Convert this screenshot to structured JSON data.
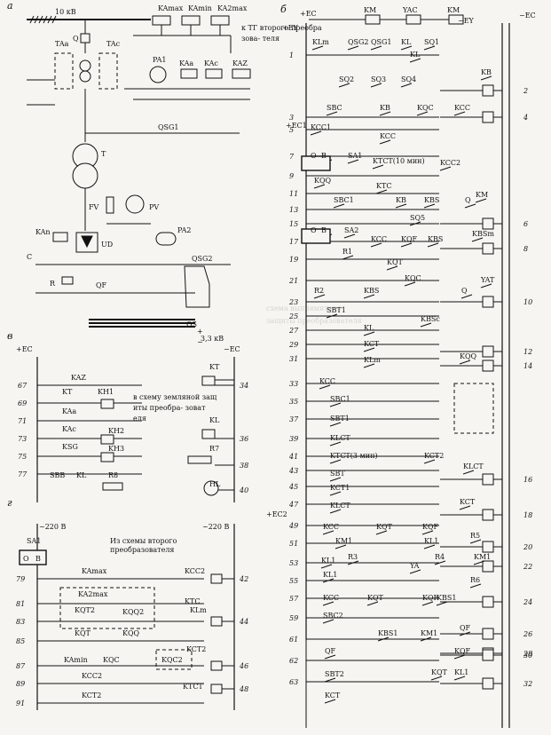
{
  "panels": {
    "a": {
      "label": "а",
      "voltage_top": "10 кВ",
      "voltage_bottom": "3,3 кВ",
      "to_second": "к ТГ второго преобразова- теля",
      "labels": [
        "KAmax",
        "KAmin",
        "KA2max",
        "TAa",
        "TAc",
        "Q",
        "PA1",
        "KAa",
        "KAc",
        "KAZ",
        "QSG1",
        "T",
        "FV",
        "PV",
        "KAn",
        "UD",
        "PA2",
        "C",
        "R",
        "QF",
        "QSG2",
        "QS"
      ]
    },
    "b": {
      "label": "б",
      "bus_left": "+EY",
      "bus_right": "−EY",
      "bus_ec_plus": "+EC",
      "bus_ec_minus": "−EC",
      "bus_ec1": "+EC1",
      "bus_ec2": "+EC2",
      "top_labels": [
        "KM",
        "YAC",
        "KM"
      ],
      "contacts": [
        "KLm",
        "QSG2",
        "QSG1",
        "KL",
        "SQ1",
        "KL",
        "SQ2",
        "SQ3",
        "SQ4",
        "KB",
        "SBC",
        "KB",
        "KQC",
        "KCC",
        "KCC1",
        "KCC",
        "O",
        "B",
        "SA1",
        "KTCT(10 мин)",
        "KCC2",
        "KQQ",
        "KTC",
        "SBC1",
        "KB",
        "KBS",
        "Q",
        "KM",
        "SQ5",
        "KBSm",
        "O",
        "B",
        "SA2",
        "KCC",
        "KQF",
        "KBS",
        "R1",
        "KQT",
        "KQC",
        "R2",
        "KBS",
        "Q",
        "YAT",
        "SBT1",
        "KBSc",
        "KL",
        "KCT",
        "KLm",
        "KCC",
        "KQQ",
        "SBC1",
        "SBT1",
        "KLCT",
        "KTCT(3 мин)",
        "KCT2",
        "SBT",
        "KLCT",
        "KCT1",
        "KLCT",
        "KCT",
        "KCC",
        "KQT",
        "KQF",
        "KM1",
        "KL1",
        "R5",
        "KL1",
        "R3",
        "YA",
        "R4",
        "KM1",
        "KL1",
        "R6",
        "KCC",
        "KQT",
        "KQF",
        "KBS1",
        "SBC2",
        "KBS1",
        "KM1",
        "QF",
        "QF",
        "KQF",
        "SBT2",
        "KQT",
        "KL1",
        "KCT"
      ],
      "rows_left": [
        "1",
        "3",
        "5",
        "7",
        "9",
        "11",
        "13",
        "15",
        "17",
        "19",
        "21",
        "23",
        "25",
        "27",
        "29",
        "31",
        "33",
        "35",
        "37",
        "39",
        "41",
        "43",
        "45",
        "47",
        "49",
        "51",
        "53",
        "55",
        "57",
        "59",
        "61",
        "62",
        "63"
      ],
      "rows_right": [
        "2",
        "4",
        "6",
        "8",
        "10",
        "12",
        "14",
        "16",
        "18",
        "20",
        "22",
        "24",
        "26",
        "28",
        "30",
        "32"
      ]
    },
    "c": {
      "label": "в",
      "bus_left": "+EC",
      "bus_right": "−EC",
      "labels": [
        "KAZ",
        "KT",
        "KH1",
        "KAa",
        "KAc",
        "KH2",
        "KSG",
        "KH3",
        "SBB",
        "KL",
        "R8",
        "KT",
        "KL",
        "R7",
        "HL"
      ],
      "note_to": "в схему земляной защиты преобра- зователя",
      "rows_left": [
        "67",
        "69",
        "71",
        "73",
        "75",
        "77"
      ],
      "rows_right": [
        "34",
        "36",
        "38",
        "40"
      ]
    },
    "d": {
      "label": "г",
      "supply_left": "~220 В",
      "supply_right": "~220 В",
      "note": "Из схемы второго преобразователя",
      "labels": [
        "SA1",
        "O",
        "B",
        "KAmax",
        "KA2max",
        "KQT2",
        "KQQ2",
        "KQT",
        "KQQ",
        "KAmin",
        "KQC",
        "KQC2",
        "KCC2",
        "KCT2",
        "KCC2",
        "KTC",
        "KLm",
        "KCT2",
        "KTCT"
      ],
      "rows_left": [
        "79",
        "81",
        "83",
        "85",
        "87",
        "89",
        "91"
      ],
      "rows_right": [
        "42",
        "44",
        "46",
        "48"
      ]
    }
  },
  "background_text": [
    "схема выпрямителя",
    "защиты преобразователя"
  ]
}
